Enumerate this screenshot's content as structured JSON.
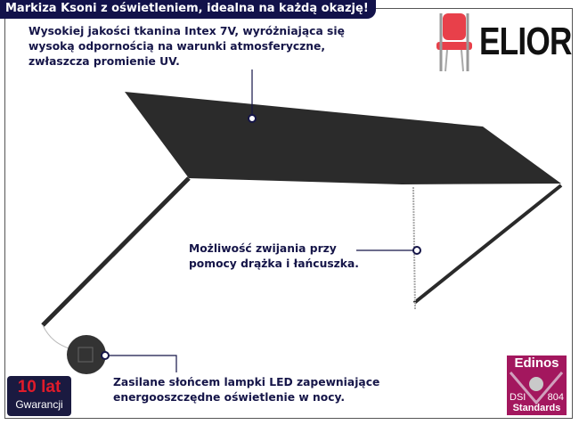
{
  "title": "Markiza Ksoni z oświetleniem, idealna na każdą okazję!",
  "callouts": {
    "fabric": [
      "Wysokiej jakości tkanina Intex 7V, wyróżniająca się",
      "wysoką odpornością na warunki atmosferyczne,",
      "zwłaszcza promienie UV."
    ],
    "rolling": [
      "Możliwość zwijania przy",
      "pomocy drążka i łańcuszka."
    ],
    "solar": [
      "Zasilane słońcem lampki LED zapewniające",
      "energooszczędne oświetlenie w nocy."
    ]
  },
  "brand": {
    "name": "ELIOR",
    "icon": "chair-icon",
    "color": "#e8404a"
  },
  "warranty": {
    "years": "10 lat",
    "label": "Gwarancji"
  },
  "badge": {
    "top": "Edinos",
    "left": "DSI",
    "right": "804",
    "bottom": "Standards",
    "color": "#a3175e"
  },
  "colors": {
    "title_bg": "#12124a",
    "text": "#151548",
    "awning": "#2b2b2b"
  }
}
